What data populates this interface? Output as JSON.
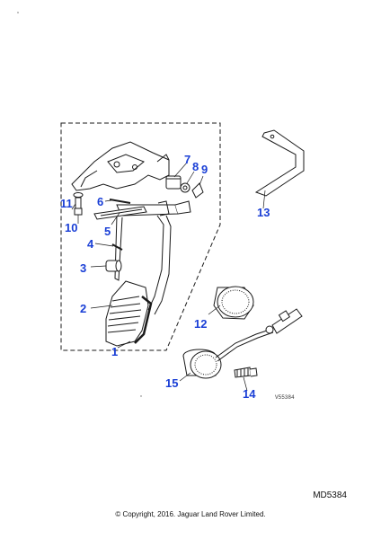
{
  "diagram": {
    "ref_code": "V55384",
    "callout_color": "#1a3fd6",
    "line_color": "#1a1a1a",
    "callouts": [
      "1",
      "2",
      "3",
      "4",
      "5",
      "6",
      "7",
      "8",
      "9",
      "10",
      "11",
      "12",
      "13",
      "14",
      "15"
    ]
  },
  "footer": {
    "sheet_code": "MD5384",
    "copyright": "© Copyright, 2016. Jaguar Land Rover Limited."
  }
}
